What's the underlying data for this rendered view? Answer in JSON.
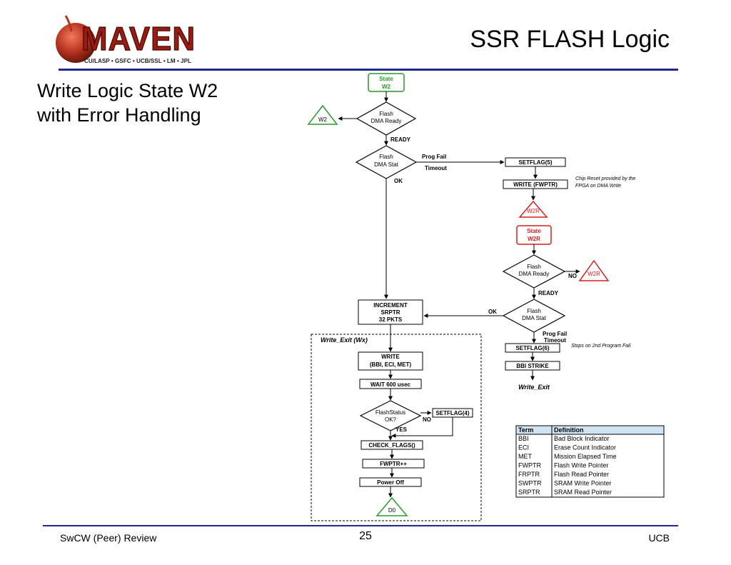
{
  "slide": {
    "title": "SSR FLASH Logic",
    "subtitle_line1": "Write Logic State W2",
    "subtitle_line2": "with Error Handling"
  },
  "logo": {
    "name": "MAVEN",
    "tagline": "CU/LASP • GSFC • UCB/SSL • LM • JPL"
  },
  "footer": {
    "left": "SwCW (Peer) Review",
    "page": "25",
    "right": "UCB"
  },
  "colors": {
    "accent_blue": "#1f2a8c",
    "green": "#2a9a2a",
    "red": "#d42020",
    "table_header": "#cfe3f3"
  },
  "diagram": {
    "state_w2": [
      "State",
      "W2"
    ],
    "flash_dma_ready_1": [
      "Flash",
      "DMA Ready"
    ],
    "w2_goto": "W2",
    "ready_1": "READY",
    "flash_dma_stat_1": [
      "Flash",
      "DMA Stat"
    ],
    "prog_fail_1": "Prog Fail",
    "timeout_1": "Timeout",
    "ok_1": "OK",
    "setflag5": "SETFLAG(5)",
    "write_fwptr": "WRITE (FWPTR)",
    "chip_reset_note": [
      "Chip Reset provided by the",
      "FPGA on DMA Write"
    ],
    "w2r_goto_1": "W2R",
    "state_w2r": [
      "State",
      "W2R"
    ],
    "flash_dma_ready_2": [
      "Flash",
      "DMA Ready"
    ],
    "no_1": "NO",
    "w2r_goto_2": "W2R",
    "ready_2": "READY",
    "increment_box": [
      "INCREMENT",
      "SRPTR",
      "32 PKTS"
    ],
    "ok_2": "OK",
    "flash_dma_stat_2": [
      "Flash",
      "DMA Stat"
    ],
    "prog_fail_2": "Prog Fail",
    "timeout_2": "Timeout",
    "setflag6": "SETFLAG(6)",
    "stops_note": "Stops on 2nd Program Fail",
    "bbi_strike": "BBI STRIKE",
    "write_exit_label": "Write_Exit",
    "write_exit_box_title": "Write_Exit (Wx)",
    "write_box": [
      "WRITE",
      "(BBI, ECI, MET)"
    ],
    "wait_box": "WAIT 600 usec",
    "flashstatus": [
      "FlashStatus",
      "OK?"
    ],
    "no_2": "NO",
    "setflag4": "SETFLAG(4)",
    "yes": "YES",
    "check_flags": "CHECK_FLAGS()",
    "fwptr_inc": "FWPTR++",
    "power_off": "Power Off",
    "d0": "D0"
  },
  "glossary": {
    "headers": [
      "Term",
      "Definition"
    ],
    "rows": [
      [
        "BBI",
        "Bad Block Indicator"
      ],
      [
        "ECI",
        "Erase Count Indicator"
      ],
      [
        "MET",
        "Mission Elapsed Time"
      ],
      [
        "FWPTR",
        "Flash Write Pointer"
      ],
      [
        "FRPTR",
        "Flash Read Pointer"
      ],
      [
        "SWPTR",
        "SRAM Write Pointer"
      ],
      [
        "SRPTR",
        "SRAM Read Pointer"
      ]
    ]
  }
}
